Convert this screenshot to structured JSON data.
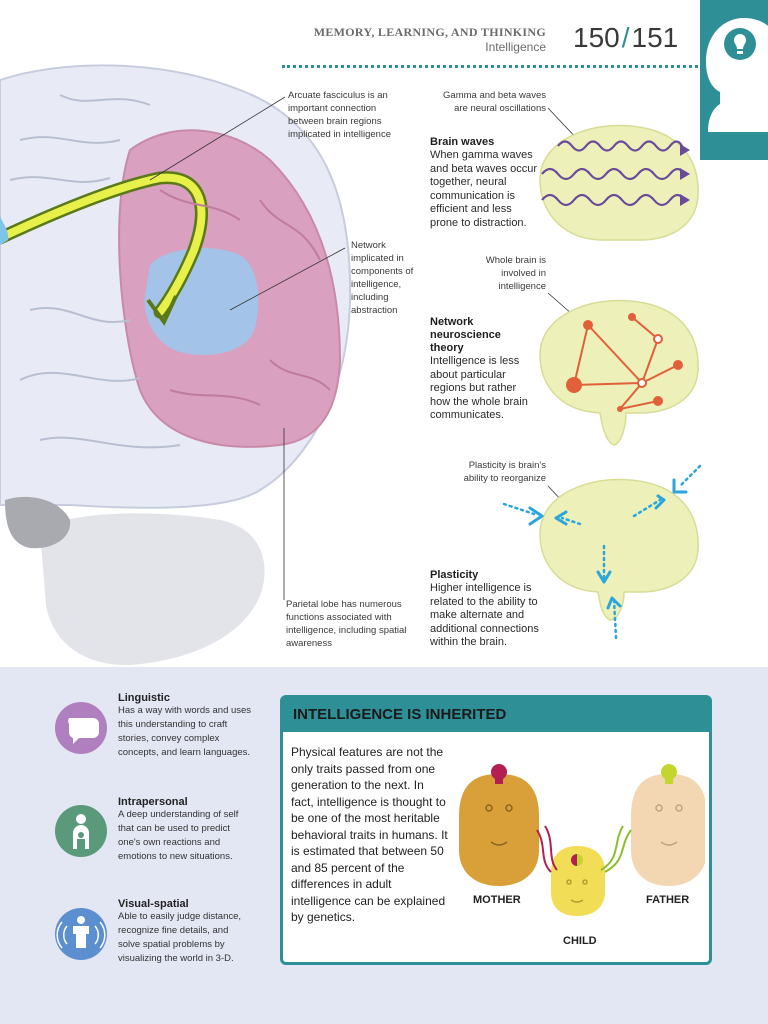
{
  "header": {
    "section": "MEMORY, LEARNING, AND THINKING",
    "subsection": "Intelligence",
    "page_left": "150",
    "page_sep": "/",
    "page_right": "151"
  },
  "callouts": {
    "arcuate": "Arcuate fasciculus is an important connection between brain regions implicated in intelligence",
    "network": "Network implicated in components of intelligence, including abstraction",
    "parietal": "Parietal lobe has numerous functions associated with intelligence, including spatial awareness",
    "gamma": "Gamma and beta waves are neural oscillations",
    "whole": "Whole brain is involved in intelligence",
    "plasticity_note": "Plasticity is brain's ability to reorganize"
  },
  "panels": [
    {
      "heading": "Brain waves",
      "body": "When gamma waves and beta waves occur together, neural communication is efficient and less prone to distraction."
    },
    {
      "heading": "Network neuroscience theory",
      "body": "Intelligence is less about particular regions but rather how the whole brain communicates."
    },
    {
      "heading": "Plasticity",
      "body": "Higher intelligence is related to the ability to make alternate and additional connections within the brain."
    }
  ],
  "types": [
    {
      "name": "Linguistic",
      "desc": "Has a way with words and uses this understanding to craft stories, convey complex concepts, and learn languages.",
      "color": "#b07fc0"
    },
    {
      "name": "Intrapersonal",
      "desc": "A deep understanding of self that can be used to predict one's own reactions and emotions to new situations.",
      "color": "#5a9a7a"
    },
    {
      "name": "Visual-spatial",
      "desc": "Able to easily judge distance, recognize fine details, and solve spatial problems by visualizing the world in 3-D.",
      "color": "#5b8fcf"
    }
  ],
  "inherited": {
    "title": "INTELLIGENCE IS INHERITED",
    "text": "Physical features are not the only traits passed from one generation to the next. In fact, intelligence is thought to be one of the most heritable behavioral traits in humans. It is estimated that between 50 and 85 percent of the differences in adult intelligence can be explained by genetics.",
    "mother": "MOTHER",
    "father": "FATHER",
    "child": "CHILD"
  },
  "colors": {
    "teal": "#2f8f97",
    "pink": "#d9a0bf",
    "brain_yellow": "#edf0b9",
    "network_red": "#e0603a",
    "wave_purple": "#6a4a9a",
    "arrow_blue": "#2aa6dc"
  }
}
